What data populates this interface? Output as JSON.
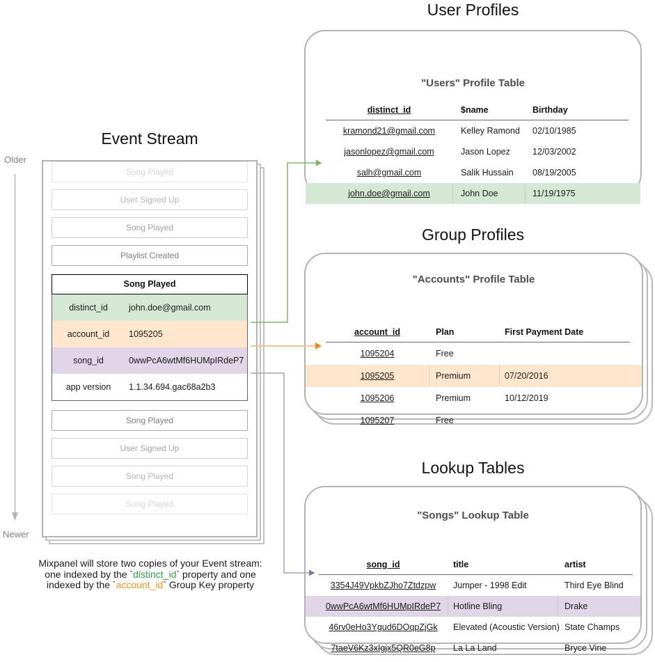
{
  "colors": {
    "green_fill": "#d5e8d4",
    "orange_fill": "#ffe6cc",
    "purple_fill": "#e1d5e7",
    "green_arrow": "#82b366",
    "orange_arrow_line": "#f2c38e",
    "orange_arrow_head": "#ee8a12",
    "purple_arrow_line": "#aba1b6",
    "purple_arrow_head": "#847b91",
    "timeline": "#b3b3b3",
    "caption_green": "#2f9e44",
    "caption_orange": "#f7941d"
  },
  "event_stream": {
    "title": "Event Stream",
    "older_label": "Older",
    "newer_label": "Newer",
    "ghost_boxes_top": [
      {
        "label": "Song Played",
        "level": 1
      },
      {
        "label": "User Signed Up",
        "level": 2
      },
      {
        "label": "Song Played",
        "level": 3
      },
      {
        "label": "Playlist Created",
        "level": 4
      }
    ],
    "expanded_event": {
      "title": "Song Played",
      "rows": [
        {
          "key": "distinct_id",
          "value": "john.doe@gmail.com",
          "color": "green"
        },
        {
          "key": "account_id",
          "value": "1095205",
          "color": "orange"
        },
        {
          "key": "song_id",
          "value": "0wwPcA6wtMf6HUMpIRdeP7",
          "color": "purple"
        },
        {
          "key": "app version",
          "value": "1.1.34.694.gac68a2b3",
          "color": "white"
        }
      ]
    },
    "ghost_boxes_bottom": [
      {
        "label": "Song Played",
        "level": 4
      },
      {
        "label": "User Signed Up",
        "level": 3
      },
      {
        "label": "Song Played",
        "level": 2
      },
      {
        "label": "Song Played",
        "level": 1
      }
    ]
  },
  "user_profiles": {
    "section_title": "User Profiles",
    "table_title": "\"Users\" Profile Table",
    "columns": [
      "distinct_id",
      "$name",
      "Birthday"
    ],
    "rows": [
      {
        "distinct_id": "kramond21@gmail.com",
        "name": "Kelley Ramond",
        "birthday": "02/10/1985",
        "highlight": false
      },
      {
        "distinct_id": "jasonlopez@gmail.com",
        "name": "Jason Lopez",
        "birthday": "12/03/2002",
        "highlight": false
      },
      {
        "distinct_id": "salh@gmail.com",
        "name": "Salik Hussain",
        "birthday": "08/19/2005",
        "highlight": false
      },
      {
        "distinct_id": "john.doe@gmail.com",
        "name": "John Doe",
        "birthday": "11/19/1975",
        "highlight": true
      }
    ]
  },
  "group_profiles": {
    "section_title": "Group Profiles",
    "table_title": "\"Accounts\" Profile Table",
    "columns": [
      "account_id",
      "Plan",
      "First Payment Date"
    ],
    "rows": [
      {
        "account_id": "1095204",
        "plan": "Free",
        "first_payment": "",
        "highlight": false
      },
      {
        "account_id": "1095205",
        "plan": "Premium",
        "first_payment": "07/20/2016",
        "highlight": true
      },
      {
        "account_id": "1095206",
        "plan": "Premium",
        "first_payment": "10/12/2019",
        "highlight": false
      },
      {
        "account_id": "1095207",
        "plan": "Free",
        "first_payment": "",
        "highlight": false
      }
    ]
  },
  "lookup_tables": {
    "section_title": "Lookup Tables",
    "table_title": "\"Songs\" Lookup Table",
    "columns": [
      "song_id",
      "title",
      "artist"
    ],
    "rows": [
      {
        "song_id": "3354J49VpkbZJho7Ztdzpw",
        "title": "Jumper - 1998 Edit",
        "artist": "Third Eye Blind",
        "highlight": false
      },
      {
        "song_id": "0wwPcA6wtMf6HUMpIRdeP7",
        "title": "Hotline Bling",
        "artist": "Drake",
        "highlight": true
      },
      {
        "song_id": "46rv0eHo3Ygud6DOqpZjGk",
        "title": "Elevated (Acoustic Version)",
        "artist": "State Champs",
        "highlight": false
      },
      {
        "song_id": "7taeV6Kz3xIgjx5QR0eG8p",
        "title": "La La Land",
        "artist": "Bryce Vine",
        "highlight": false
      }
    ]
  },
  "caption": {
    "line1": "Mixpanel will store two copies of your Event stream:",
    "line2_pre": "one indexed by the `",
    "line2_code": "distinct_id",
    "line2_mid": "` property and one",
    "line3_pre": "indexed by the `",
    "line3_code": "account_id",
    "line3_post": "` Group Key property"
  }
}
